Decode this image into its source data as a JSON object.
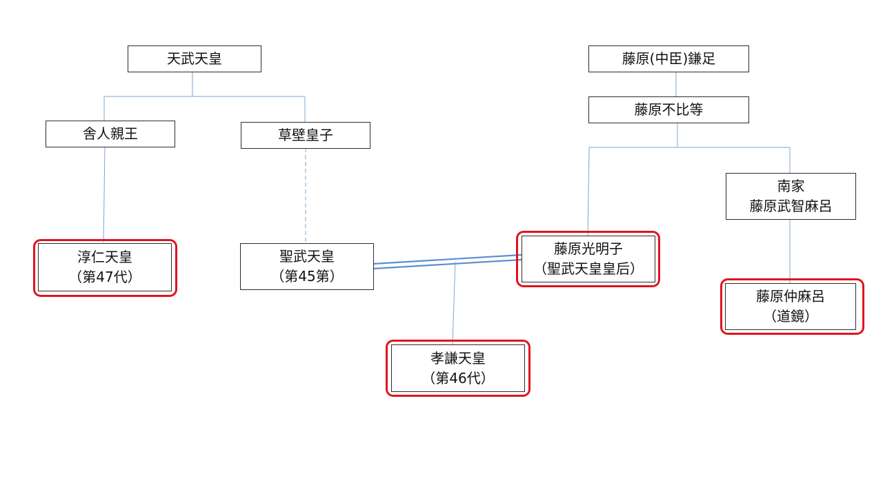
{
  "diagram": {
    "nodes": {
      "tenmu": {
        "line1": "天武天皇"
      },
      "toneri": {
        "line1": "舎人親王"
      },
      "kusakabe": {
        "line1": "草壁皇子"
      },
      "junnin": {
        "line1": "淳仁天皇",
        "line2": "（第47代）"
      },
      "shomu": {
        "line1": "聖武天皇",
        "line2": "（第45第）"
      },
      "koken": {
        "line1": "孝謙天皇",
        "line2": "（第46代）"
      },
      "kamatari": {
        "line1": "藤原(中臣)鎌足"
      },
      "fuhito": {
        "line1": "藤原不比等"
      },
      "komyoshi": {
        "line1": "藤原光明子",
        "line2": "（聖武天皇皇后）"
      },
      "nanke": {
        "line1": "南家",
        "line2": "藤原武智麻呂"
      },
      "nakamaro": {
        "line1": "藤原仲麻呂",
        "line2": "（道鏡）"
      }
    },
    "highlighted": [
      "junnin",
      "koken",
      "komyoshi",
      "nakamaro"
    ],
    "colors": {
      "connector": "#7da4cc",
      "marriage_line": "#5b8fcf",
      "highlight_border": "#e0141e",
      "node_border": "#2b2b2b"
    }
  }
}
